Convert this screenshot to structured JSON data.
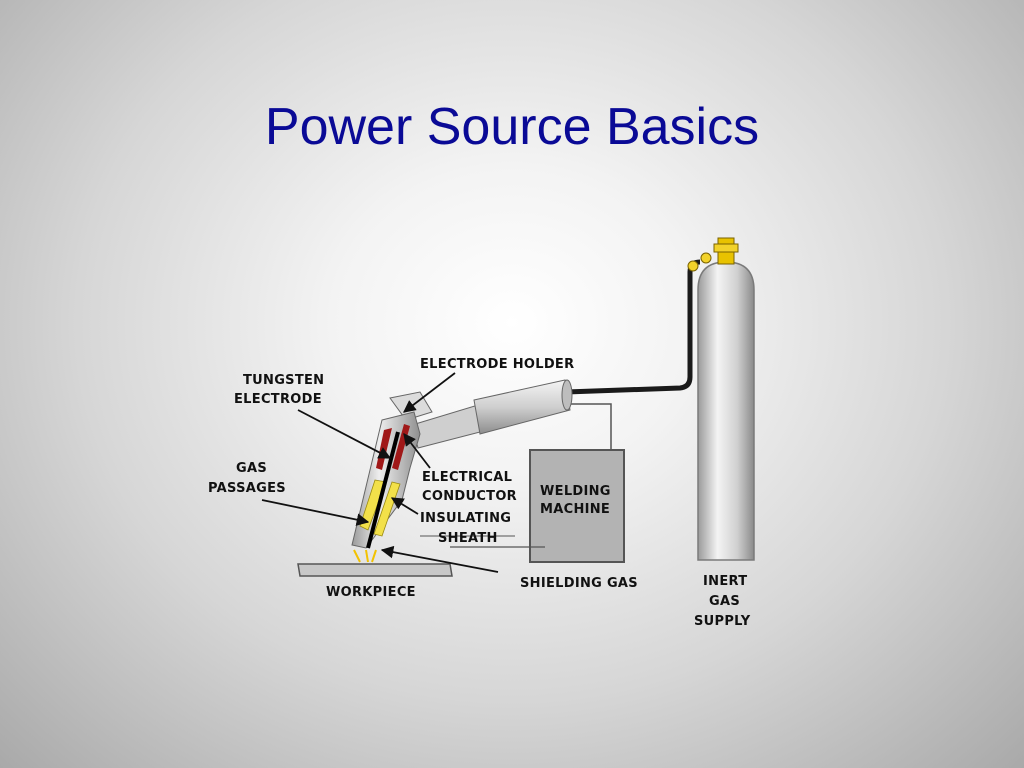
{
  "slide": {
    "title": "Power Source Basics"
  },
  "diagram": {
    "labels": {
      "tungsten_electrode": [
        "TUNGSTEN",
        "ELECTRODE"
      ],
      "electrode_holder": "ELECTRODE HOLDER",
      "gas_passages": [
        "GAS",
        "PASSAGES"
      ],
      "electrical_conductor": [
        "ELECTRICAL",
        "CONDUCTOR"
      ],
      "insulating_sheath": [
        "INSULATING",
        "SHEATH"
      ],
      "welding_machine": [
        "WELDING",
        "MACHINE"
      ],
      "shielding_gas": "SHIELDING GAS",
      "workpiece": "WORKPIECE",
      "inert_gas_supply": [
        "INERT",
        "GAS",
        "SUPPLY"
      ]
    },
    "colors": {
      "title": "#0a0a96",
      "cylinder": "#cfcfcf",
      "machine": "#b3b3b3",
      "valve": "#e8c200",
      "conductor": "#a01818",
      "gas_passage": "#f2e04a"
    }
  }
}
